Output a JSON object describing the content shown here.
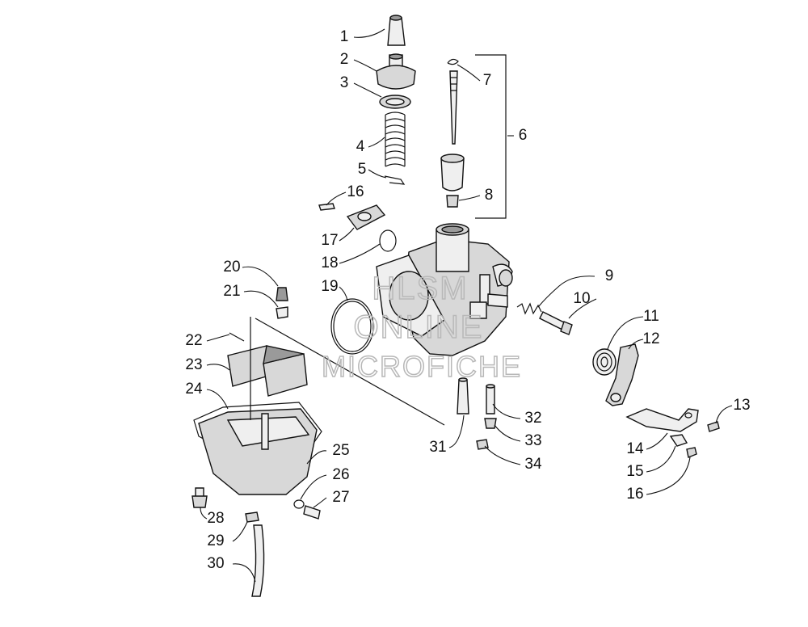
{
  "callouts": [
    {
      "id": "c1",
      "text": "1"
    },
    {
      "id": "c2",
      "text": "2"
    },
    {
      "id": "c3",
      "text": "3"
    },
    {
      "id": "c4",
      "text": "4"
    },
    {
      "id": "c5",
      "text": "5"
    },
    {
      "id": "c6",
      "text": "6"
    },
    {
      "id": "c7",
      "text": "7"
    },
    {
      "id": "c8",
      "text": "8"
    },
    {
      "id": "c9",
      "text": "9"
    },
    {
      "id": "c10",
      "text": "10"
    },
    {
      "id": "c11",
      "text": "11"
    },
    {
      "id": "c12",
      "text": "12"
    },
    {
      "id": "c13",
      "text": "13"
    },
    {
      "id": "c14",
      "text": "14"
    },
    {
      "id": "c15",
      "text": "15"
    },
    {
      "id": "c16a",
      "text": "16"
    },
    {
      "id": "c16b",
      "text": "16"
    },
    {
      "id": "c17",
      "text": "17"
    },
    {
      "id": "c18",
      "text": "18"
    },
    {
      "id": "c19",
      "text": "19"
    },
    {
      "id": "c20",
      "text": "20"
    },
    {
      "id": "c21",
      "text": "21"
    },
    {
      "id": "c22",
      "text": "22"
    },
    {
      "id": "c23",
      "text": "23"
    },
    {
      "id": "c24",
      "text": "24"
    },
    {
      "id": "c25",
      "text": "25"
    },
    {
      "id": "c26",
      "text": "26"
    },
    {
      "id": "c27",
      "text": "27"
    },
    {
      "id": "c28",
      "text": "28"
    },
    {
      "id": "c29",
      "text": "29"
    },
    {
      "id": "c30",
      "text": "30"
    },
    {
      "id": "c31",
      "text": "31"
    },
    {
      "id": "c32",
      "text": "32"
    },
    {
      "id": "c33",
      "text": "33"
    },
    {
      "id": "c34",
      "text": "34"
    }
  ],
  "watermark": {
    "line1": "HLSM",
    "line2": "ONLINE",
    "line3": "MICROFICHE"
  }
}
